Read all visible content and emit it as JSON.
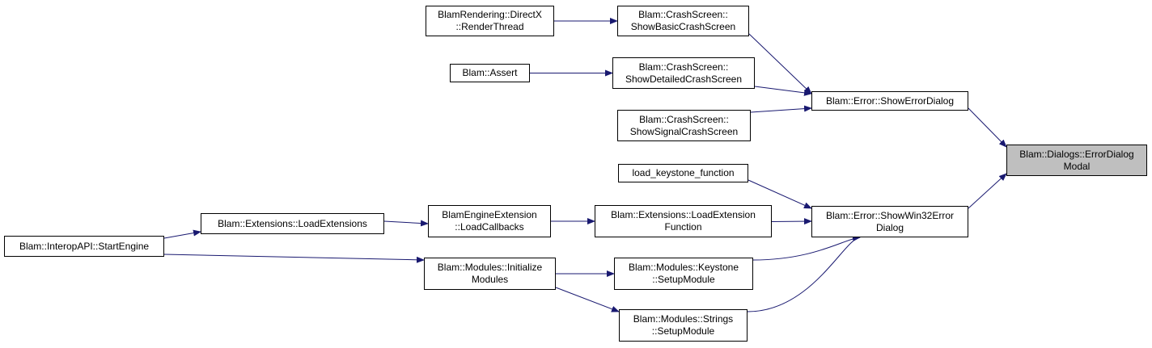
{
  "colors": {
    "edge": "#191970",
    "border": "#000000",
    "focus_fill": "#bfbfbf"
  },
  "nodes": {
    "render_thread": {
      "line1": "BlamRendering::DirectX",
      "line2": "::RenderThread"
    },
    "show_basic_crash": {
      "line1": "Blam::CrashScreen::",
      "line2": "ShowBasicCrashScreen"
    },
    "assert": {
      "line1": "Blam::Assert"
    },
    "show_detailed_crash": {
      "line1": "Blam::CrashScreen::",
      "line2": "ShowDetailedCrashScreen"
    },
    "show_signal_crash": {
      "line1": "Blam::CrashScreen::",
      "line2": "ShowSignalCrashScreen"
    },
    "show_error_dialog": {
      "line1": "Blam::Error::ShowErrorDialog"
    },
    "error_dialog_modal": {
      "line1": "Blam::Dialogs::ErrorDialog",
      "line2": "Modal"
    },
    "load_keystone": {
      "line1": "load_keystone_function"
    },
    "show_win32_error": {
      "line1": "Blam::Error::ShowWin32Error",
      "line2": "Dialog"
    },
    "start_engine": {
      "line1": "Blam::InteropAPI::StartEngine"
    },
    "load_extensions": {
      "line1": "Blam::Extensions::LoadExtensions"
    },
    "load_callbacks": {
      "line1": "BlamEngineExtension",
      "line2": "::LoadCallbacks"
    },
    "load_extension_function": {
      "line1": "Blam::Extensions::LoadExtension",
      "line2": "Function"
    },
    "initialize_modules": {
      "line1": "Blam::Modules::Initialize",
      "line2": "Modules"
    },
    "keystone_setup": {
      "line1": "Blam::Modules::Keystone",
      "line2": "::SetupModule"
    },
    "strings_setup": {
      "line1": "Blam::Modules::Strings",
      "line2": "::SetupModule"
    }
  },
  "edges": [
    {
      "from": "render_thread",
      "to": "show_basic_crash"
    },
    {
      "from": "assert",
      "to": "show_detailed_crash"
    },
    {
      "from": "show_basic_crash",
      "to": "show_error_dialog"
    },
    {
      "from": "show_detailed_crash",
      "to": "show_error_dialog"
    },
    {
      "from": "show_signal_crash",
      "to": "show_error_dialog"
    },
    {
      "from": "show_error_dialog",
      "to": "error_dialog_modal"
    },
    {
      "from": "show_win32_error",
      "to": "error_dialog_modal"
    },
    {
      "from": "load_keystone",
      "to": "show_win32_error"
    },
    {
      "from": "load_extension_function",
      "to": "show_win32_error"
    },
    {
      "from": "keystone_setup",
      "to": "show_win32_error"
    },
    {
      "from": "strings_setup",
      "to": "show_win32_error"
    },
    {
      "from": "start_engine",
      "to": "load_extensions"
    },
    {
      "from": "start_engine",
      "to": "initialize_modules"
    },
    {
      "from": "load_extensions",
      "to": "load_callbacks"
    },
    {
      "from": "load_callbacks",
      "to": "load_extension_function"
    },
    {
      "from": "initialize_modules",
      "to": "keystone_setup"
    },
    {
      "from": "initialize_modules",
      "to": "strings_setup"
    }
  ]
}
